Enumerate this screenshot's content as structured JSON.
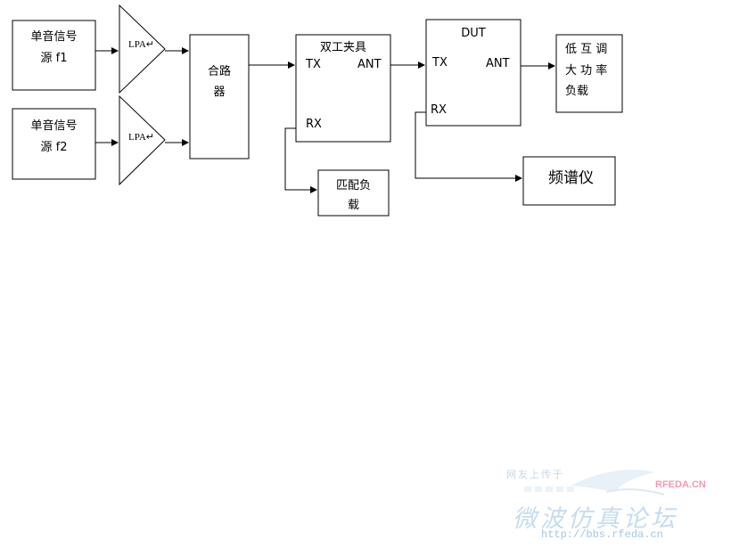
{
  "diagram": {
    "source_f1": {
      "line1": "单音信号",
      "line2": "源 f1"
    },
    "source_f2": {
      "line1": "单音信号",
      "line2": "源 f2"
    },
    "amp_top": "LPA↵",
    "amp_bottom": "LPA↵",
    "combiner": {
      "line1": "合路",
      "line2": "器"
    },
    "duplexer": {
      "title": "双工夹具",
      "tx": "TX",
      "ant": "ANT",
      "rx": "RX"
    },
    "dut": {
      "title": "DUT",
      "tx": "TX",
      "ant": "ANT",
      "rx": "RX"
    },
    "load": {
      "line1": "低 互 调",
      "line2": "大 功 率",
      "line3": "负载"
    },
    "match_load": {
      "line1": "匹配负",
      "line2": "载"
    },
    "spectrum": "频谱仪"
  },
  "watermark": {
    "line1": "网友上传于",
    "brand": "RFEDA.CN",
    "title": "微波仿真论坛",
    "url": "http://bbs.rfeda.cn"
  },
  "colors": {
    "line": "#000000",
    "background": "#ffffff",
    "watermark": "#c5dcf0",
    "brand": "#f39ab0"
  }
}
